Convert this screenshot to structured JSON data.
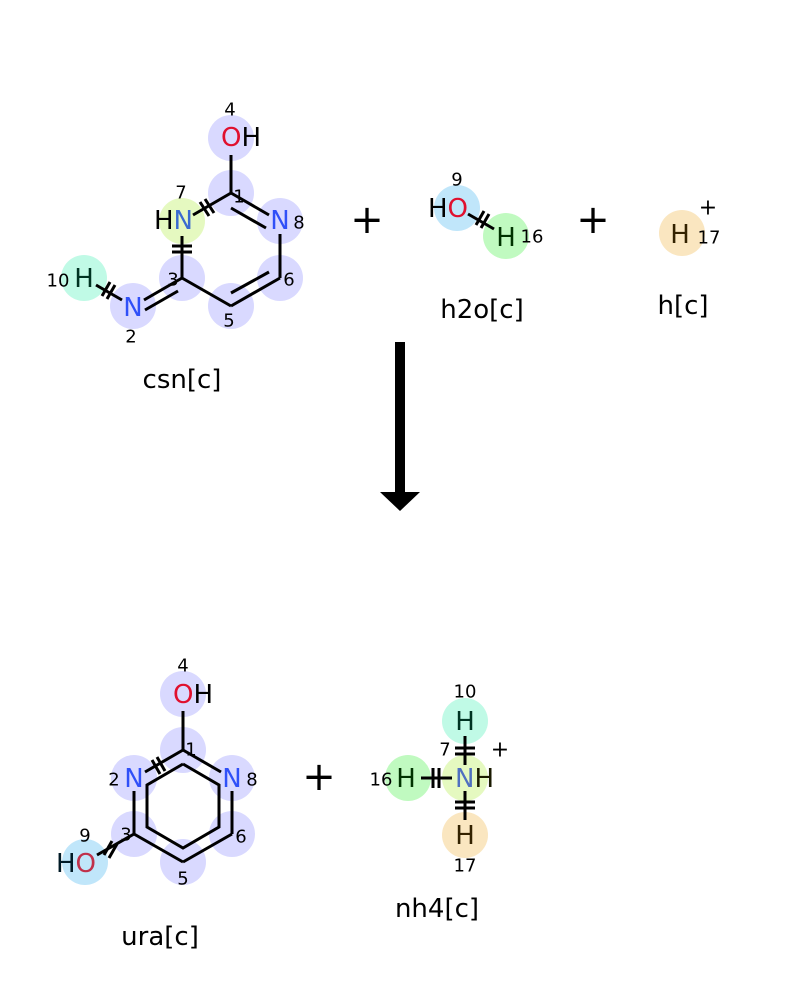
{
  "colors": {
    "highlight_default": "#d9d9ff",
    "highlight_n7": "#e5f9c0",
    "highlight_h10": "#c0fae6",
    "highlight_o9": "#c0e6fa",
    "highlight_h16": "#c0fac0",
    "highlight_h17": "#fae6c0",
    "nitrogen": "#3050f8",
    "oxygen": "#e0102e"
  },
  "reactants": [
    {
      "name": "csn[c]",
      "atoms": {
        "o4": "O",
        "o4h": "H",
        "n7h": "H",
        "n7": "N",
        "n8": "N",
        "n2": "N",
        "h10": "H"
      },
      "indices": {
        "a4": "4",
        "a7": "7",
        "a1": "1",
        "a8": "8",
        "a6": "6",
        "a5": "5",
        "a3": "3",
        "a2": "2",
        "a10": "10"
      }
    },
    {
      "name": "h2o[c]",
      "atoms": {
        "h": "H",
        "o9": "O",
        "h16": "H"
      },
      "indices": {
        "a9": "9",
        "a16": "16"
      }
    },
    {
      "name": "h[c]",
      "atoms": {
        "h17": "H",
        "charge": "+"
      },
      "indices": {
        "a17": "17"
      }
    }
  ],
  "products": [
    {
      "name": "ura[c]",
      "atoms": {
        "o4": "O",
        "o4h": "H",
        "n2": "N",
        "n8": "N",
        "o9h": "H",
        "o9": "O"
      },
      "indices": {
        "a4": "4",
        "a1": "1",
        "a2": "2",
        "a8": "8",
        "a6": "6",
        "a5": "5",
        "a3": "3",
        "a9": "9"
      }
    },
    {
      "name": "nh4[c]",
      "atoms": {
        "h10": "H",
        "n7": "N",
        "n7h": "H",
        "h16": "H",
        "h17": "H",
        "charge": "+"
      },
      "indices": {
        "a10": "10",
        "a7": "7",
        "a16": "16",
        "a17": "17"
      }
    }
  ],
  "operators": {
    "plus": "+"
  }
}
